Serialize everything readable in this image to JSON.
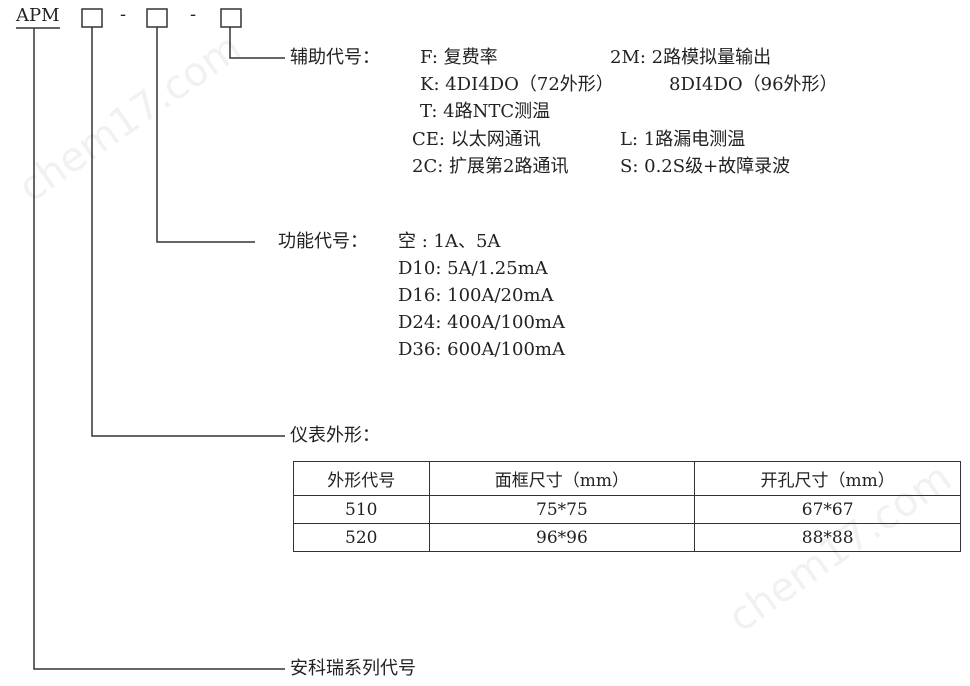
{
  "header": {
    "model": "APM",
    "sep1": "-",
    "sep2": "-"
  },
  "aux": {
    "title": "辅助代号：",
    "rows": [
      [
        "F: 复费率",
        "2M: 2路模拟量输出"
      ],
      [
        "K: 4DI4DO（72外形）",
        "8DI4DO（96外形）"
      ],
      [
        "T: 4路NTC测温",
        ""
      ],
      [
        "CE: 以太网通讯",
        "L: 1路漏电测温"
      ],
      [
        "2C: 扩展第2路通讯",
        "S: 0.2S级+故障录波"
      ]
    ]
  },
  "func": {
    "title": "功能代号：",
    "rows": [
      "空 : 1A、5A",
      "D10: 5A/1.25mA",
      "D16: 100A/20mA",
      "D24: 400A/100mA",
      "D36: 600A/100mA"
    ]
  },
  "shape": {
    "title": "仪表外形：",
    "headers": [
      "外形代号",
      "面框尺寸（mm）",
      "开孔尺寸（mm）"
    ],
    "rows": [
      [
        "510",
        "75*75",
        "67*67"
      ],
      [
        "520",
        "96*96",
        "88*88"
      ]
    ]
  },
  "series": {
    "title": "安科瑞系列代号"
  },
  "watermark": "chem17.com"
}
